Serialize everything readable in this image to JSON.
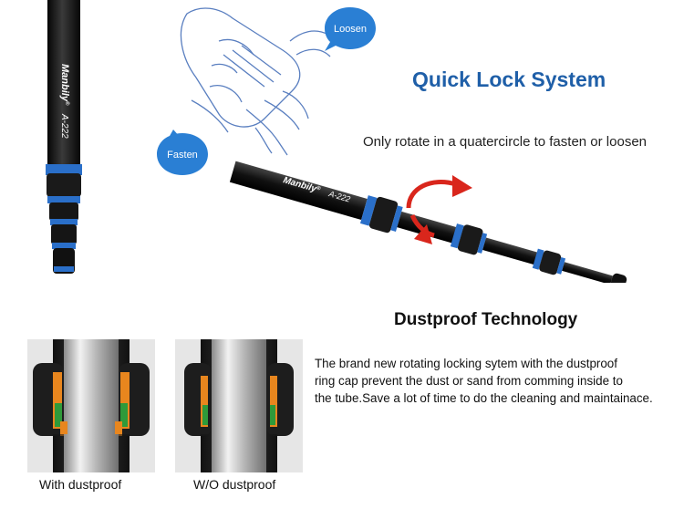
{
  "quick_lock": {
    "title": "Quick Lock System",
    "subtitle": "Only rotate in a quatercircle to fasten or loosen",
    "bubble_loosen": "Loosen",
    "bubble_fasten": "Fasten"
  },
  "tripod_leg": {
    "brand": "Manbily",
    "brand_mark": "®",
    "model": "A-222"
  },
  "dustproof": {
    "title": "Dustproof Technology",
    "description_lines": [
      "The brand new rotating locking sytem with the dustproof",
      "ring cap prevent the dust or sand from comming inside to",
      "the tube.Save a lot of time to do the cleaning and maintainace."
    ],
    "caption_with": "With dustproof",
    "caption_without": "W/O dustproof"
  },
  "colors": {
    "title_blue": "#1f5fa8",
    "accent_blue": "#2a6fc9",
    "arrow_red": "#d9261c",
    "seal_orange": "#e8861e",
    "seal_green": "#2f9a3a",
    "bubble_blue": "#2a7fd4"
  }
}
